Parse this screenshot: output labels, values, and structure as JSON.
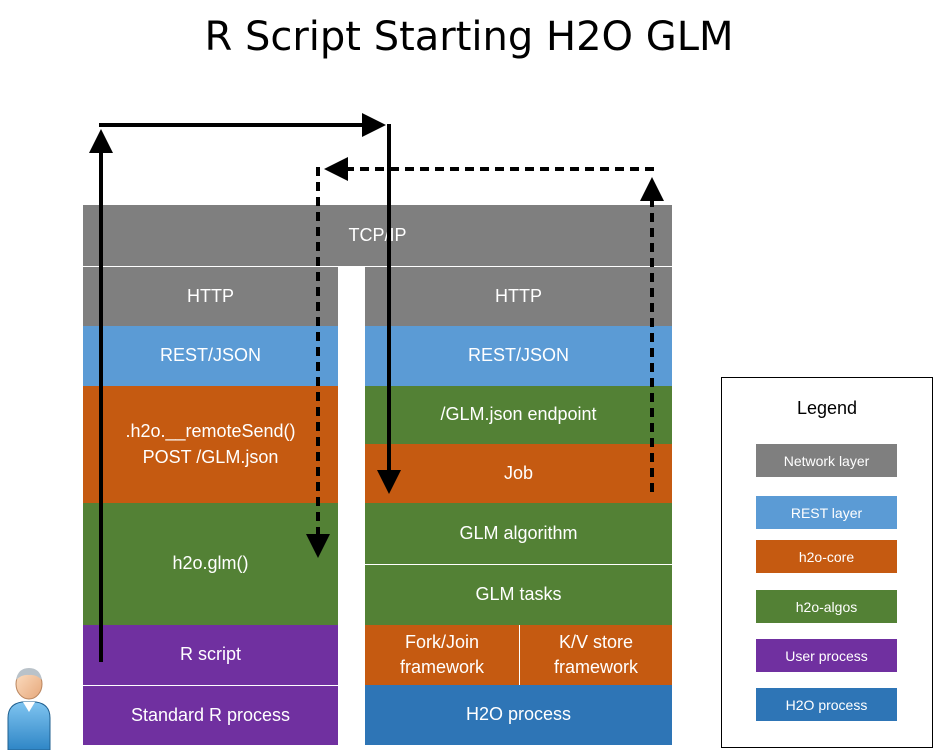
{
  "title": "R Script Starting H2O GLM",
  "network": {
    "tcp_ip": "TCP/IP"
  },
  "client_stack": {
    "http": "HTTP",
    "rest": "REST/JSON",
    "remote_send": ".h2o.__remoteSend()\nPOST /GLM.json",
    "glm_call": "h2o.glm()",
    "r_script": "R script",
    "process": "Standard R process"
  },
  "server_stack": {
    "http": "HTTP",
    "rest": "REST/JSON",
    "endpoint": "/GLM.json endpoint",
    "job": "Job",
    "algorithm": "GLM algorithm",
    "tasks": "GLM tasks",
    "fork_join": "Fork/Join\nframework",
    "kv_store": "K/V store\nframework",
    "process": "H2O process"
  },
  "legend": {
    "title": "Legend",
    "items": [
      {
        "label": "Network layer",
        "color": "#7f7f7f"
      },
      {
        "label": "REST layer",
        "color": "#5b9bd5"
      },
      {
        "label": "h2o-core",
        "color": "#c55a11"
      },
      {
        "label": "h2o-algos",
        "color": "#538135"
      },
      {
        "label": "User process",
        "color": "#7030a0"
      },
      {
        "label": "H2O process",
        "color": "#2e75b6"
      }
    ]
  },
  "icons": {
    "user": "person-icon"
  }
}
